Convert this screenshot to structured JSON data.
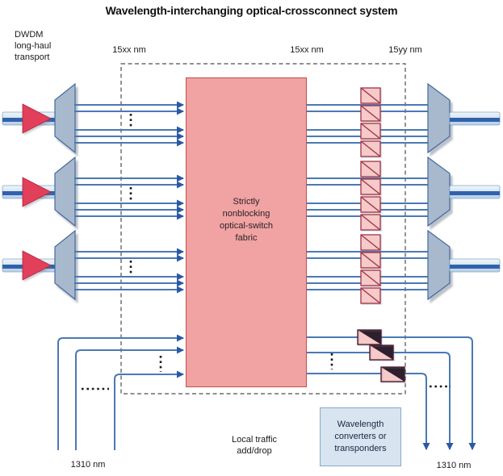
{
  "diagram": {
    "title": "Wavelength-interchanging optical-crossconnect system",
    "dwdm_transport": "DWDM\nlong-haul\ntransport",
    "band_left": "15xx nm",
    "band_mid": "15xx nm",
    "band_right": "15yy nm",
    "fabric_label": "Strictly\nnonblocking\noptical-switch\nfabric",
    "local_traffic": "Local traffic\nadd/drop",
    "converters_box": "Wavelength\nconverters or\ntransponders",
    "nm_1310_left": "1310 nm",
    "nm_1310_right": "1310 nm"
  },
  "icons": {
    "amplifier": "red-right-triangle",
    "demultiplexer": "gray-expanding-trapezoid",
    "multiplexer": "gray-narrowing-trapezoid",
    "wavelength_converter": "pink-square-diagonal",
    "transponder": "half-dark-square-diagonal",
    "signal_arrow": "blue-arrowhead",
    "ellipsis_dots": "black-dotted-line"
  },
  "colors": {
    "line_blue": "#4a79b4",
    "arrow_blue": "#2a5aa4",
    "fiber_core": "#2f62ae",
    "device_fill": "#a9b9cd",
    "device_edge": "#44699e",
    "amp_red": "#e23f5a",
    "amp_edge": "#b2263c",
    "fabric_fill": "#f1a2a2",
    "fabric_edge": "#c0504d",
    "converter_fill": "#f6cac8",
    "converter_edge": "#a03448",
    "transponder_dark": "#2d1f2d",
    "info_fill": "#d8e5f0",
    "info_edge": "#8aa9c8",
    "dash_gray": "#4d4d4d",
    "dot_black": "#1a1a1a",
    "text_dark": "#1a1a1a"
  }
}
